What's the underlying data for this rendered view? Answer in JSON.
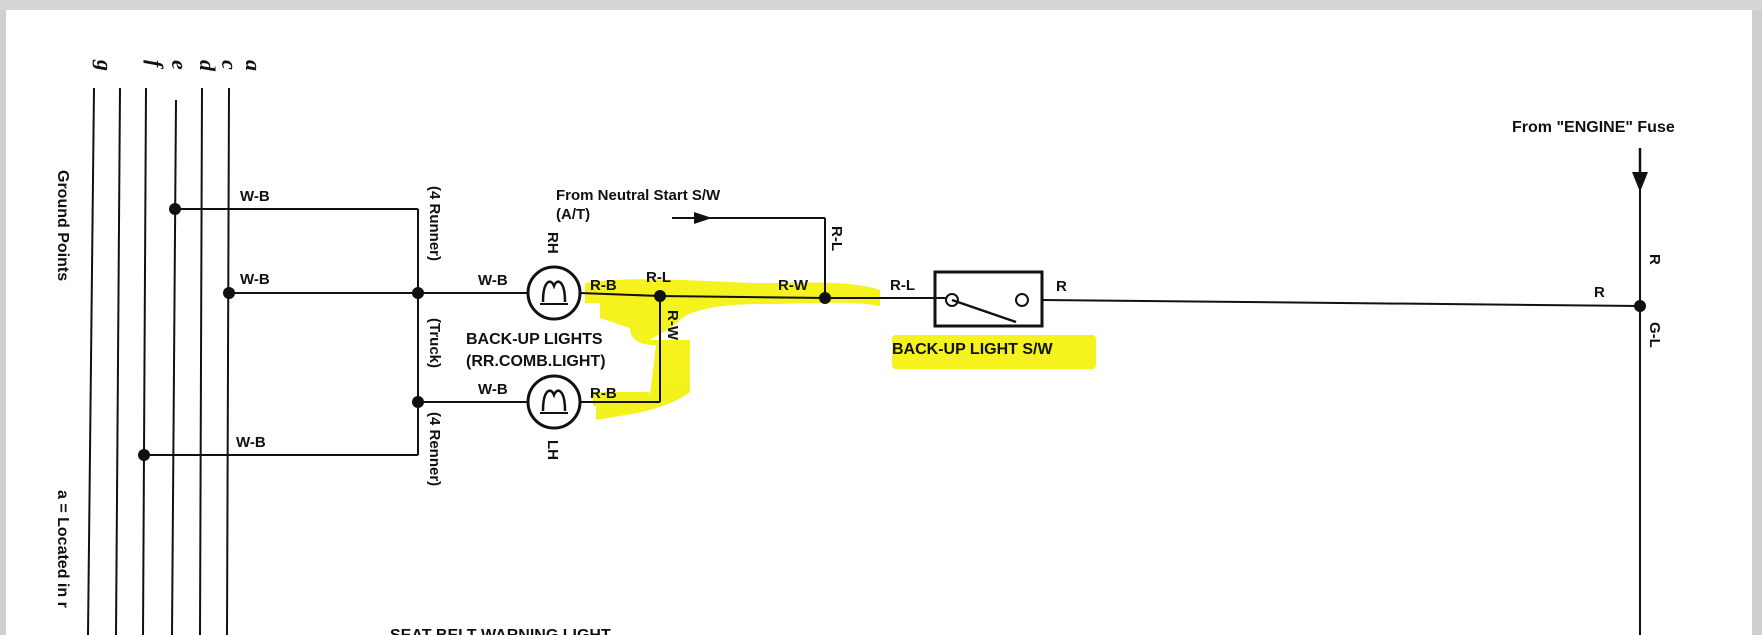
{
  "diagram": {
    "bus_letters": [
      "g",
      "f",
      "e",
      "d",
      "c",
      "a"
    ],
    "ground_points_label": "Ground Points",
    "legend_fragment": "a = Located in r",
    "section_title_partial": "SEAT BELT WARNING LIGHT",
    "wire_labels": {
      "wb_top": "W-B",
      "wb_mid": "W-B",
      "wb_low": "W-B",
      "wb_rh": "W-B",
      "wb_lh": "W-B",
      "rb_rh": "R-B",
      "rb_lh": "R-B",
      "rl_a": "R-L",
      "rw_vert": "R-W",
      "rw_horiz": "R-W",
      "rl_vert": "R-L",
      "rl_sw": "R-L",
      "r_sw_out": "R",
      "r_right": "R",
      "r_vert": "R",
      "gl_vert": "G-L"
    },
    "variant_labels": {
      "runner_top": "(4 Runner)",
      "truck": "(Truck)",
      "runner_bottom": "(4 Renner)"
    },
    "lamp_labels": {
      "rh": "RH",
      "lh": "LH"
    },
    "back_up_lights_line1": "BACK-UP LIGHTS",
    "back_up_lights_line2": "(RR.COMB.LIGHT)",
    "neutral_start_line1": "From Neutral Start S/W",
    "neutral_start_line2": "(A/T)",
    "switch_label": "BACK-UP LIGHT S/W",
    "engine_fuse_label": "From \"ENGINE\" Fuse",
    "highlight_color": "#f4f10a",
    "line_color": "#111111"
  }
}
